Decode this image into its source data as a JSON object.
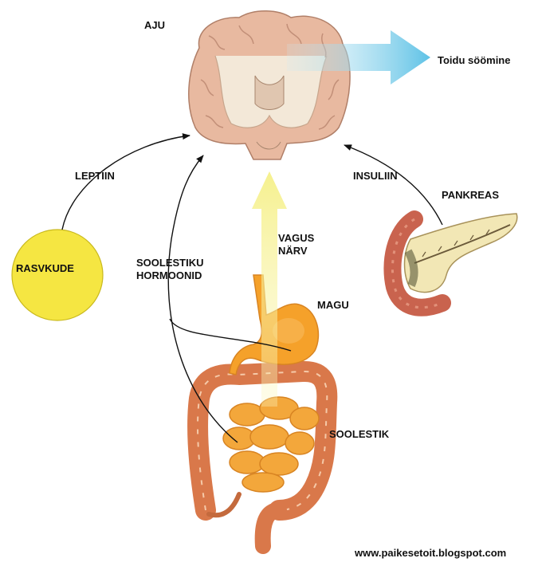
{
  "labels": {
    "brain": "AJU",
    "eating": "Toidu söömine",
    "leptin": "LEPTIIN",
    "fat_tissue": "RASVKUDE",
    "insulin": "INSULIIN",
    "pancreas": "PANKREAS",
    "vagus_line1": "VAGUS",
    "vagus_line2": "NÄRV",
    "gut_hormones_line1": "SOOLESTIKU",
    "gut_hormones_line2": "HORMOONID",
    "stomach": "MAGU",
    "intestine": "SOOLESTIK",
    "website": "www.paikesetoit.blogspot.com"
  },
  "colors": {
    "fat_tissue": "#f5e642",
    "brain": "#e8b9a0",
    "brain_white": "#f3e8d8",
    "stomach": "#f5a12a",
    "small_intestine": "#f3a73b",
    "large_intestine": "#d9784a",
    "vagus_arrow": "#f6f08a",
    "output_arrow": "#7ccbe6",
    "pancreas": "#f2e7b5",
    "duodenum": "#c9634e"
  },
  "icons": {
    "brain": "brain-icon",
    "stomach": "stomach-icon",
    "intestine": "intestine-icon",
    "pancreas": "pancreas-icon"
  }
}
